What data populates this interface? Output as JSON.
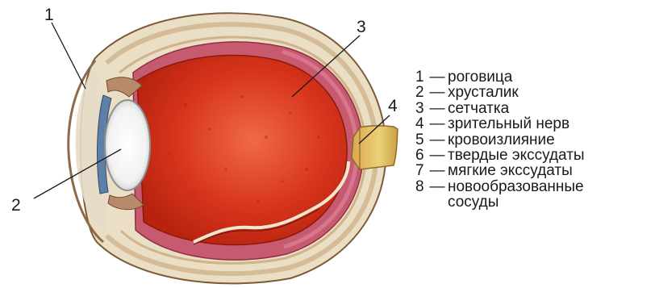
{
  "callouts": {
    "c1": "1",
    "c2": "2",
    "c3": "3",
    "c4": "4"
  },
  "legend": {
    "dash": "—",
    "items": [
      {
        "num": "1",
        "text": "роговица"
      },
      {
        "num": "2",
        "text": "хрусталик"
      },
      {
        "num": "3",
        "text": "сетчатка"
      },
      {
        "num": "4",
        "text": "зрительный нерв"
      },
      {
        "num": "5",
        "text": "кровоизлияние"
      },
      {
        "num": "6",
        "text": "твердые экссудаты"
      },
      {
        "num": "7",
        "text": "мягкие экссудаты"
      },
      {
        "num": "8",
        "text": "новообразованные сосуды"
      }
    ]
  },
  "colors": {
    "vitreous": "#d9361f",
    "retina": "#c4506a",
    "sclera": "#eadfc4",
    "optic_nerve": "#e3c15a",
    "iris": "#5e7fa6",
    "lens": "#f4f4f4"
  }
}
